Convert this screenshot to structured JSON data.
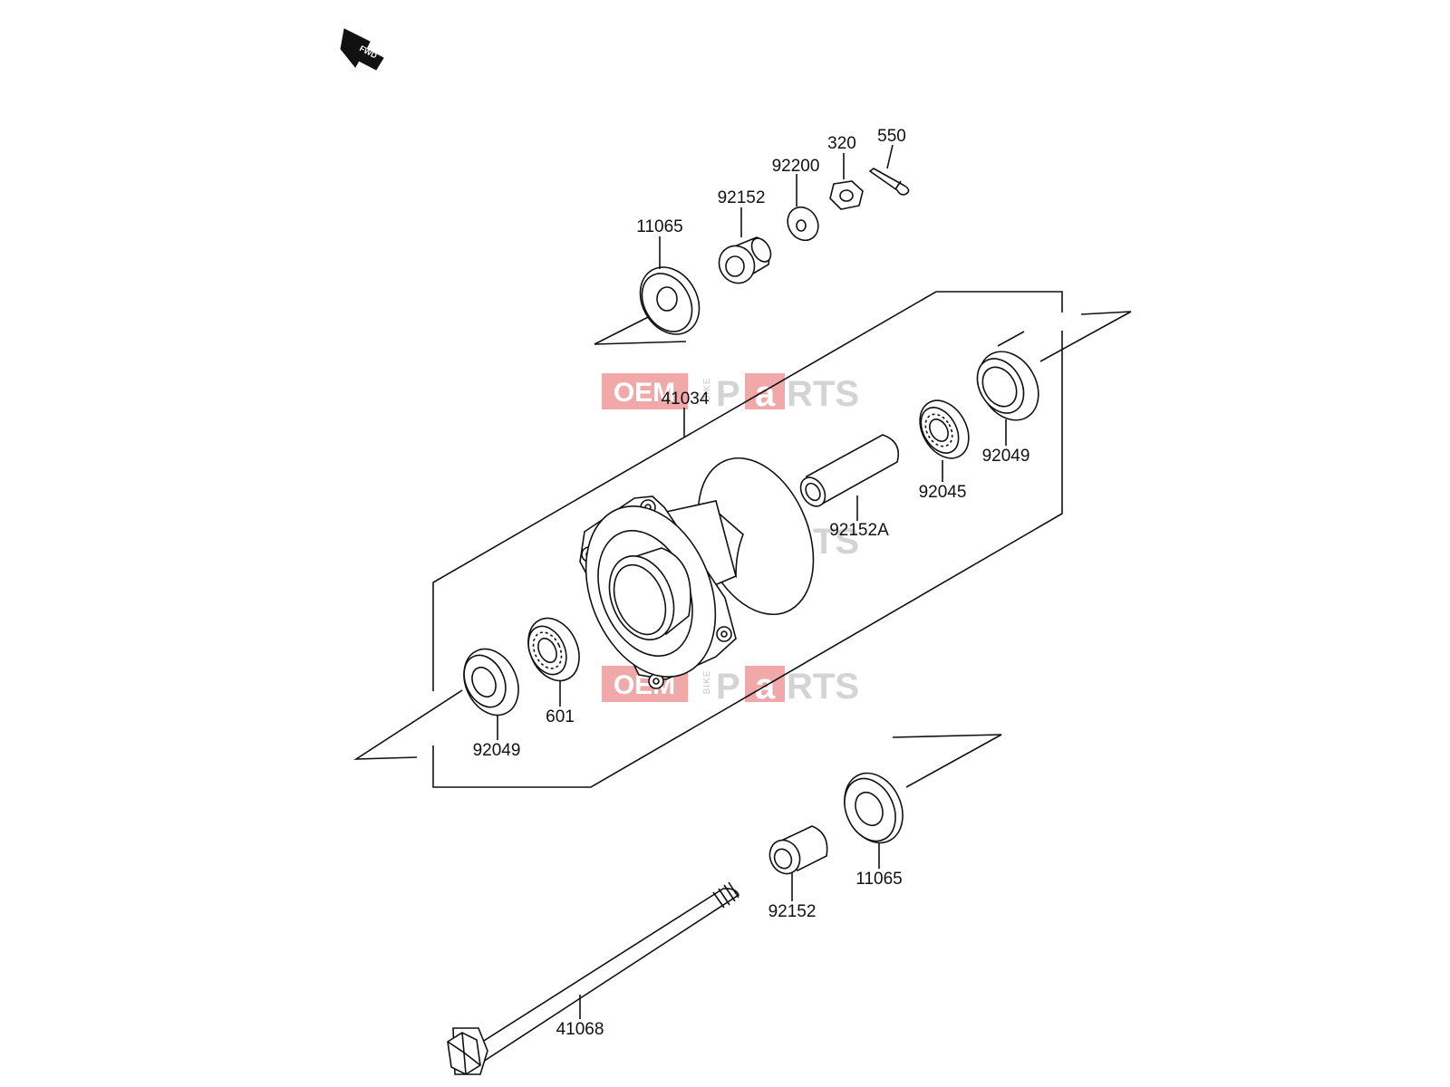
{
  "fwd_label": "FWD",
  "watermark": {
    "oem": "OEM",
    "bike": "BIKE",
    "pa": "a",
    "parts_p": "P",
    "parts_rts": "RTS"
  },
  "parts": [
    {
      "id": "11065-top",
      "number": "11065"
    },
    {
      "id": "92152-top",
      "number": "92152"
    },
    {
      "id": "92200",
      "number": "92200"
    },
    {
      "id": "320",
      "number": "320"
    },
    {
      "id": "550",
      "number": "550"
    },
    {
      "id": "41034",
      "number": "41034"
    },
    {
      "id": "92049-right",
      "number": "92049"
    },
    {
      "id": "92045",
      "number": "92045"
    },
    {
      "id": "92152A",
      "number": "92152A"
    },
    {
      "id": "601",
      "number": "601"
    },
    {
      "id": "92049-left",
      "number": "92049"
    },
    {
      "id": "11065-bottom",
      "number": "11065"
    },
    {
      "id": "92152-bottom",
      "number": "92152"
    },
    {
      "id": "41068",
      "number": "41068"
    }
  ],
  "colors": {
    "line": "#111111",
    "watermark_red": "#f0a8a8",
    "watermark_grey": "#d4d4d4"
  }
}
